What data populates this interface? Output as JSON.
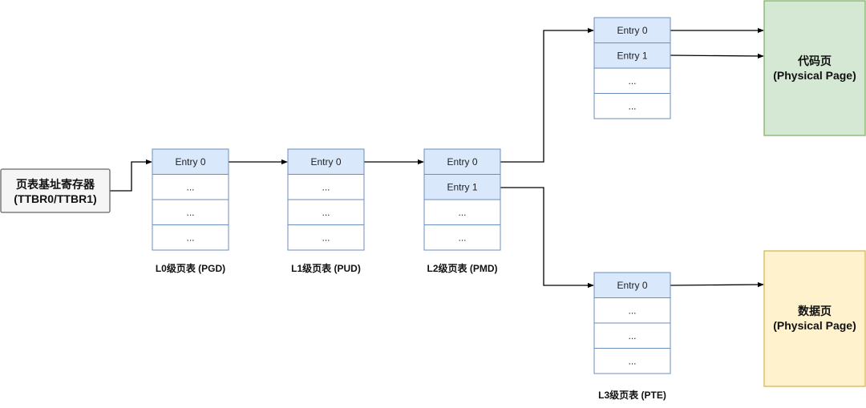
{
  "register": {
    "title": "页表基址寄存器",
    "subtitle": "(TTBR0/TTBR1)",
    "fill": "#f5f5f5",
    "stroke": "#666666"
  },
  "table_style": {
    "highlight_fill": "#dae8fc",
    "plain_fill": "#ffffff",
    "stroke": "#6c8ebf"
  },
  "tables": [
    {
      "id": "l0",
      "caption": "L0级页表 (PGD)",
      "cells": [
        "Entry 0",
        "...",
        "...",
        "..."
      ],
      "highlighted": [
        0
      ]
    },
    {
      "id": "l1",
      "caption": "L1级页表 (PUD)",
      "cells": [
        "Entry 0",
        "...",
        "...",
        "..."
      ],
      "highlighted": [
        0
      ]
    },
    {
      "id": "l2",
      "caption": "L2级页表 (PMD)",
      "cells": [
        "Entry 0",
        "Entry 1",
        "...",
        "..."
      ],
      "highlighted": [
        0,
        1
      ]
    },
    {
      "id": "l3a",
      "caption": "",
      "cells": [
        "Entry 0",
        "Entry 1",
        "...",
        "..."
      ],
      "highlighted": [
        0,
        1
      ]
    },
    {
      "id": "l3b",
      "caption": "L3级页表 (PTE)",
      "cells": [
        "Entry 0",
        "...",
        "...",
        "..."
      ],
      "highlighted": [
        0
      ]
    }
  ],
  "pages": [
    {
      "id": "code",
      "title": "代码页",
      "subtitle": "(Physical Page)",
      "fill": "#d5e8d4",
      "stroke": "#82b366"
    },
    {
      "id": "data",
      "title": "数据页",
      "subtitle": "(Physical Page)",
      "fill": "#fff2cc",
      "stroke": "#d6b656"
    }
  ],
  "edge_color": "#000000"
}
